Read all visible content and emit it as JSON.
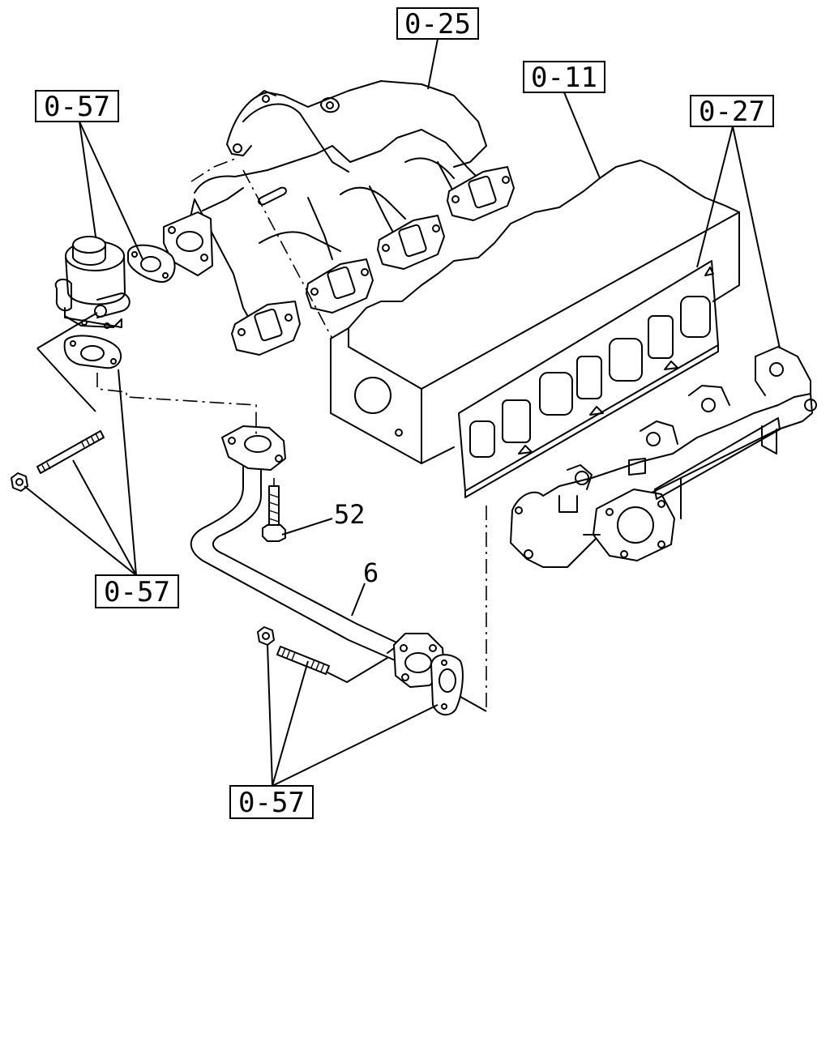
{
  "callouts": {
    "intake_manifold_ref": "0-25",
    "cylinder_head_ref": "0-11",
    "exhaust_manifold_ref": "0-27",
    "egr_valve_ref": "0-57",
    "egr_fasteners_ref": "0-57",
    "pipe_fasteners_ref": "0-57"
  },
  "part_numbers": {
    "bolt": "52",
    "egr_pipe": "6"
  }
}
